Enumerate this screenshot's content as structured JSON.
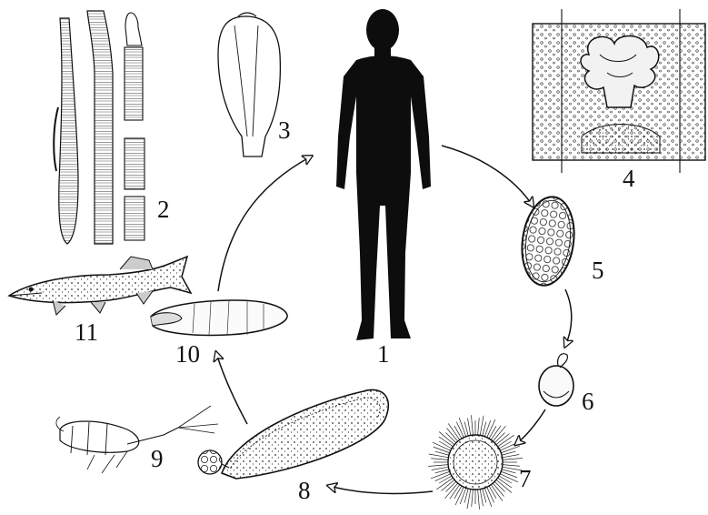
{
  "labels": {
    "n1": "1",
    "n2": "2",
    "n3": "3",
    "n4": "4",
    "n5": "5",
    "n6": "6",
    "n7": "7",
    "n8": "8",
    "n9": "9",
    "n10": "10",
    "n11": "11"
  },
  "colors": {
    "ink": "#111111",
    "silhouette": "#0d0d0d",
    "paper": "#ffffff"
  }
}
